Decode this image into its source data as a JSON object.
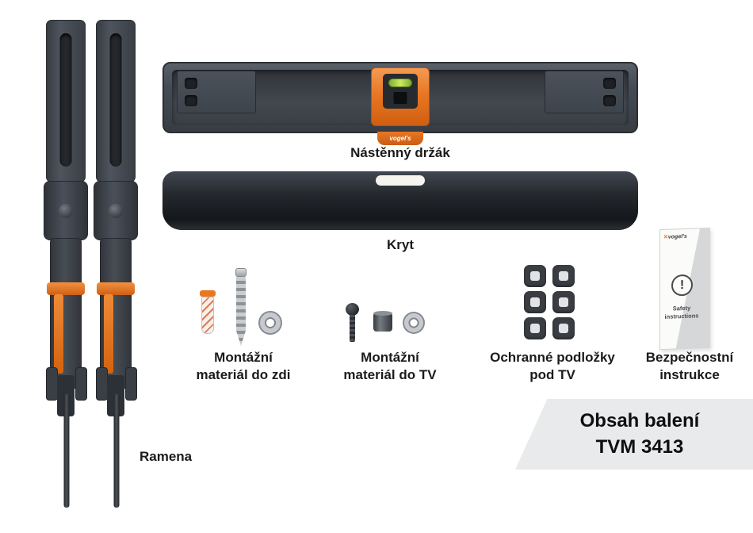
{
  "product": {
    "contents_title_line1": "Obsah balení",
    "contents_title_line2": "TVM 3413"
  },
  "parts": {
    "arms": {
      "label": "Ramena"
    },
    "wall_bracket": {
      "label": "Nástěnný držák",
      "brand": "vogel's"
    },
    "cover": {
      "label": "Kryt"
    },
    "wall_material": {
      "label_line1": "Montážní",
      "label_line2": "materiál do zdi"
    },
    "tv_material": {
      "label_line1": "Montážní",
      "label_line2": "materiál do TV"
    },
    "pads": {
      "label_line1": "Ochranné podložky",
      "label_line2": "pod TV"
    },
    "safety": {
      "label_line1": "Bezpečnostní",
      "label_line2": "instrukce",
      "leaflet_logo_mark": "✕",
      "leaflet_brand": "vogel's",
      "leaflet_text_line1": "Safety",
      "leaflet_text_line2": "instructions",
      "leaflet_symbol": "!"
    }
  },
  "colors": {
    "accent_orange": "#E87724",
    "dark_gray": "#3C4148",
    "banner_gray": "#E9EAEC",
    "level_green": "#A6CE39"
  }
}
